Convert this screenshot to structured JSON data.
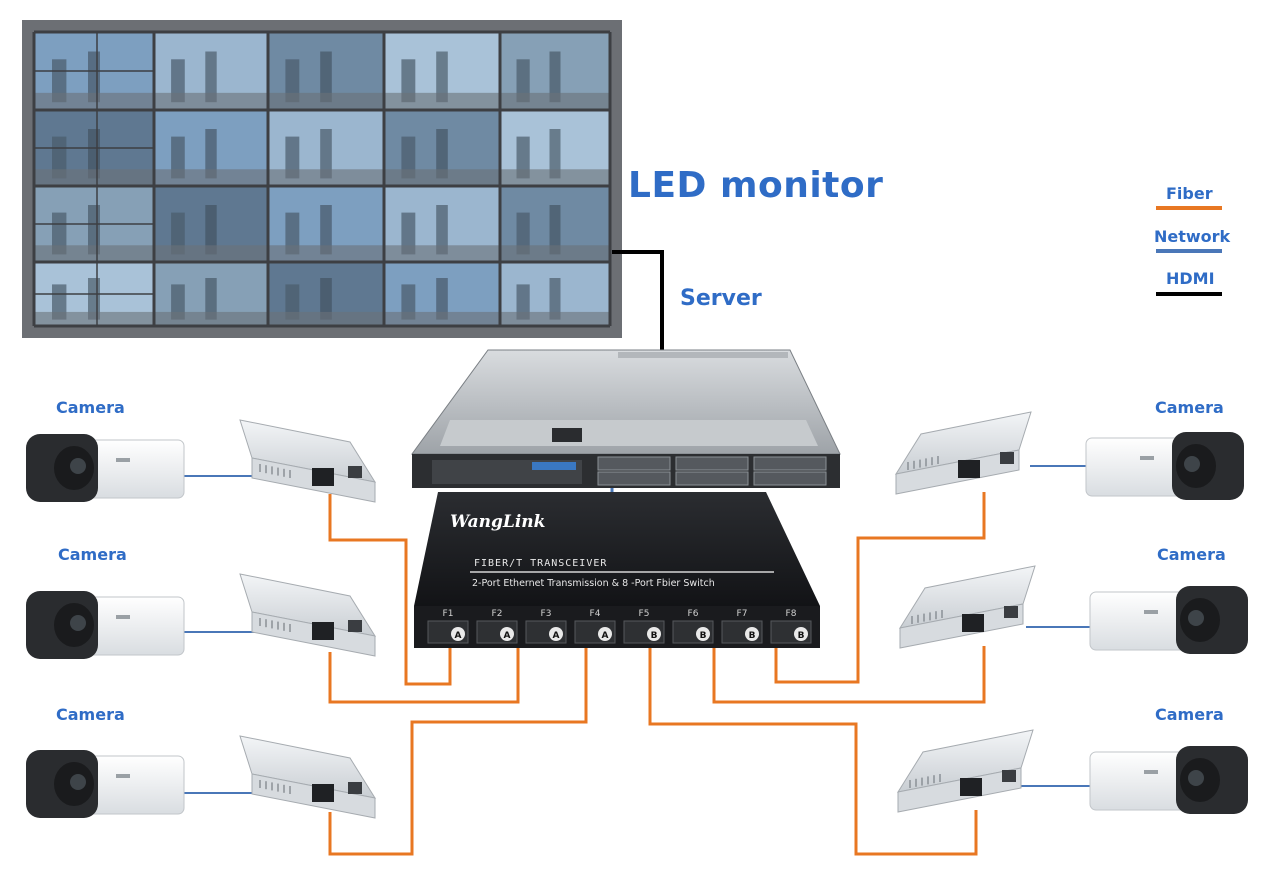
{
  "labels": {
    "led_monitor": "LED monitor",
    "server": "Server",
    "camera": "Camera"
  },
  "legend": [
    {
      "name": "Fiber",
      "color": "#e87722"
    },
    {
      "name": "Network",
      "color": "#4a77b8"
    },
    {
      "name": "HDMI",
      "color": "#000000"
    }
  ],
  "switch": {
    "brand": "WangLink",
    "title": "FIBER/T TRANSCEIVER",
    "subtitle": "2-Port Ethernet Transmission & 8 -Port Fbier Switch",
    "ports": [
      {
        "name": "F1",
        "mark": "A"
      },
      {
        "name": "F2",
        "mark": "A"
      },
      {
        "name": "F3",
        "mark": "A"
      },
      {
        "name": "F4",
        "mark": "A"
      },
      {
        "name": "F5",
        "mark": "B"
      },
      {
        "name": "F6",
        "mark": "B"
      },
      {
        "name": "F7",
        "mark": "B"
      },
      {
        "name": "F8",
        "mark": "B"
      }
    ]
  },
  "colors": {
    "fiber": "#e87722",
    "network": "#4a77b8",
    "hdmi": "#000000",
    "label_blue": "#2f6cc6"
  }
}
